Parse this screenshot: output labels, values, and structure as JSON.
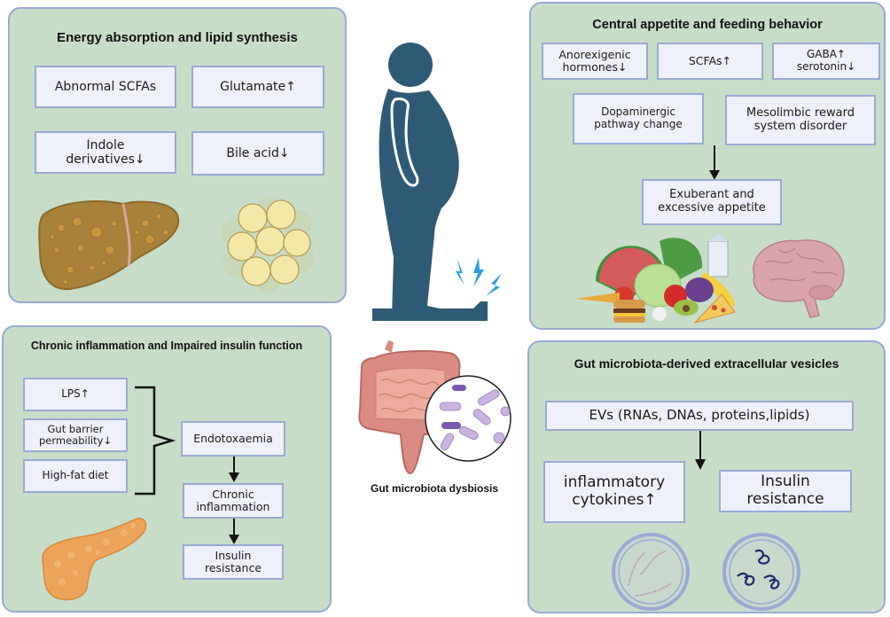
{
  "panels": {
    "energy": {
      "title": "Energy absorption and lipid synthesis",
      "boxes": [
        "Abnormal SCFAs",
        "Glutamate↑",
        "Indole\nderivatives↓",
        "Bile acid↓"
      ],
      "icons": [
        "liver-icon",
        "adipocytes-icon"
      ]
    },
    "appetite": {
      "title": "Central appetite and feeding behavior",
      "boxes": [
        "Anorexigenic\nhormones↓",
        "SCFAs↑",
        "GABA↑\nserotonin↓",
        "Dopaminergic\npathway change",
        "Mesolimbic reward\nsystem disorder"
      ],
      "outcome": "Exuberant and\nexcessive appetite",
      "icons": [
        "food-group-icon",
        "brain-icon"
      ]
    },
    "inflammation": {
      "title": "Chronic inflammation and Impaired insulin function",
      "inputs": [
        "LPS↑",
        "Gut barrier\npermeability↓",
        "High-fat diet"
      ],
      "chain": [
        "Endotoxaemia",
        "Chronic\ninflammation",
        "Insulin\nresistance"
      ],
      "icons": [
        "pancreas-icon"
      ]
    },
    "vesicles": {
      "title": "Gut microbiota-derived extracellular vesicles",
      "source": "EVs (RNAs, DNAs, proteins,lipids)",
      "outcomes": [
        "inflammatory\ncytokines↑",
        "Insulin\nresistance"
      ],
      "icons": [
        "rna-vesicle-icon",
        "dna-vesicle-icon"
      ]
    }
  },
  "center": {
    "figure_icon": "obese-person-on-scale-icon",
    "gut_icon": "intestine-with-bacteria-icon",
    "gut_label": "Gut microbiota dysbiosis"
  },
  "colors": {
    "panel_bg": "#c8ddc8",
    "panel_border": "#9aa9d4",
    "box_bg": "#eef1fb",
    "figure": "#2f5a75",
    "lightning": "#2b9fe0"
  }
}
